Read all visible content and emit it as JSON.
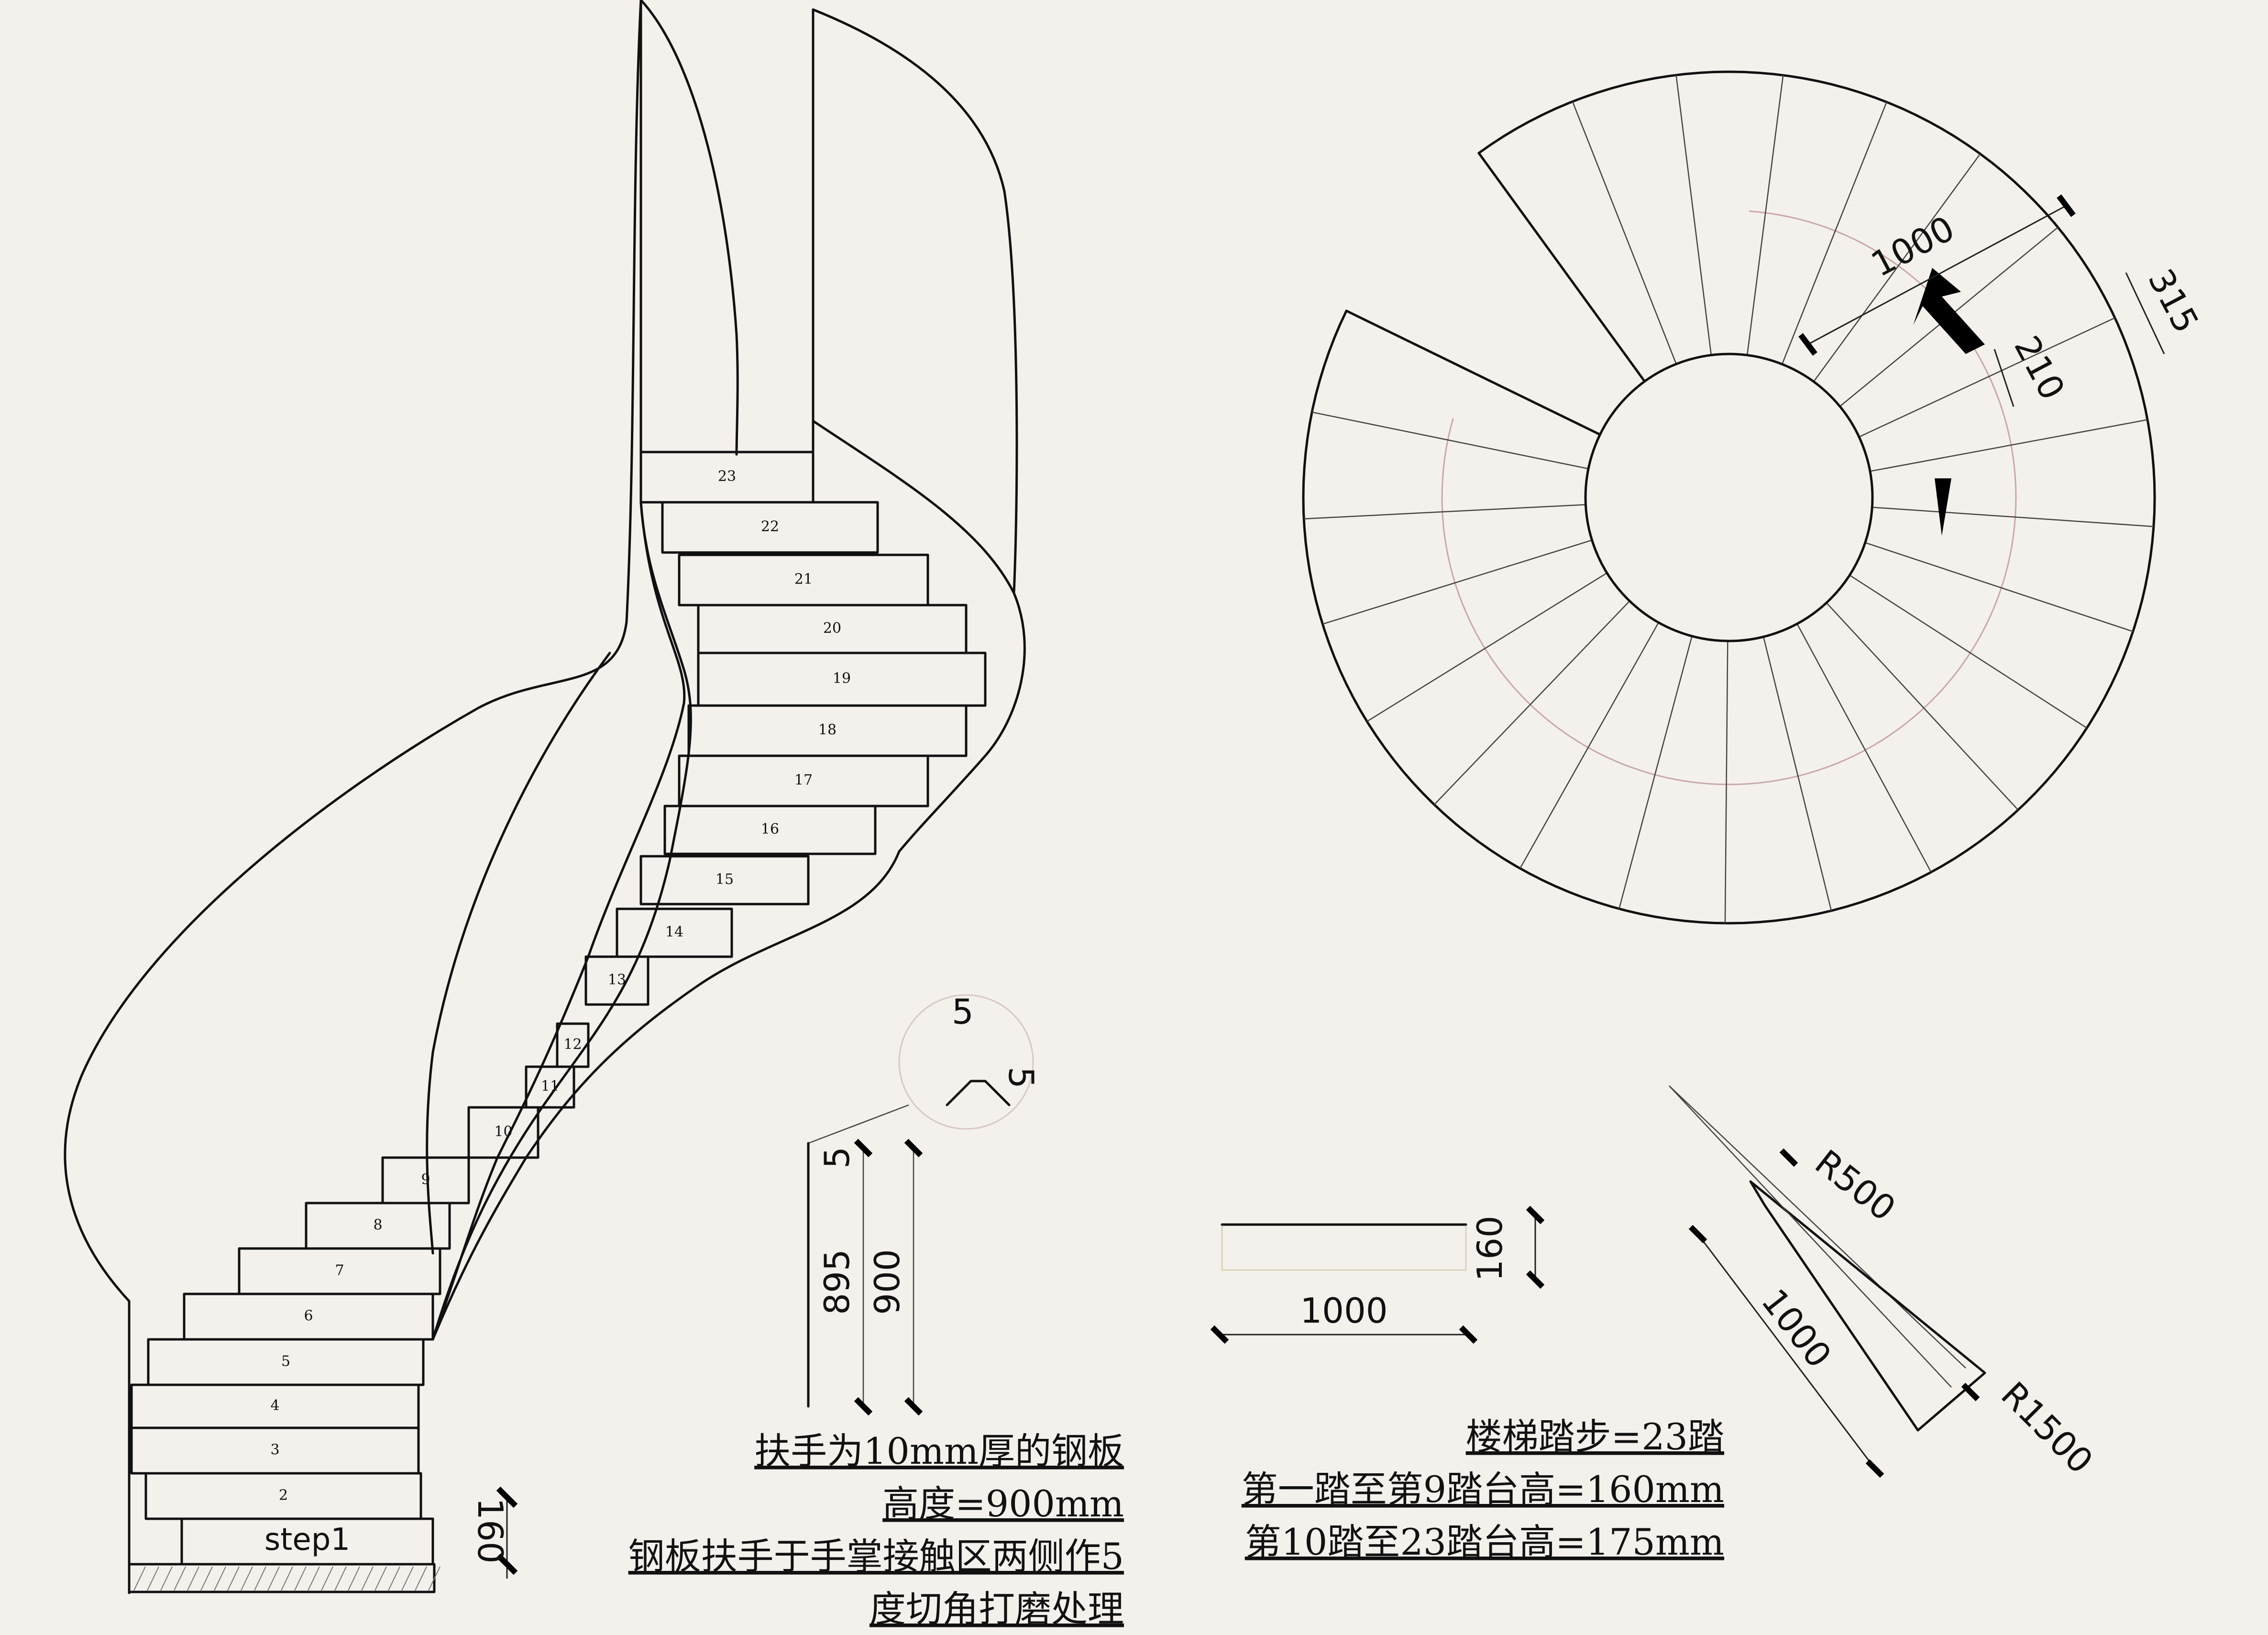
{
  "elevation": {
    "step_labels": [
      "step1",
      "2",
      "3",
      "4",
      "5",
      "6",
      "7",
      "8",
      "9",
      "10",
      "11",
      "12",
      "13",
      "14",
      "15",
      "16",
      "17",
      "18",
      "19",
      "20",
      "21",
      "22",
      "23"
    ],
    "step_height_dim": "160"
  },
  "plan": {
    "dims": {
      "width": "1000",
      "arrow_offset": "210",
      "tread_outer": "315"
    }
  },
  "handrail": {
    "chamfer_a": "5",
    "chamfer_b": "5",
    "height_inner": "895",
    "height_outer": "900",
    "offset": "5"
  },
  "tread_board": {
    "length": "1000",
    "height": "160"
  },
  "wedge": {
    "inner_radius": "R500",
    "outer_radius": "R1500",
    "length": "1000"
  },
  "notes": {
    "handrail": [
      "扶手为10mm厚的钢板",
      "高度=900mm",
      "钢板扶手于手掌接触区两侧作5",
      "度切角打磨处理"
    ],
    "steps": [
      "楼梯踏步=23踏",
      "第一踏至第9踏台高=160mm",
      "第10踏至23踏台高=175mm"
    ]
  }
}
